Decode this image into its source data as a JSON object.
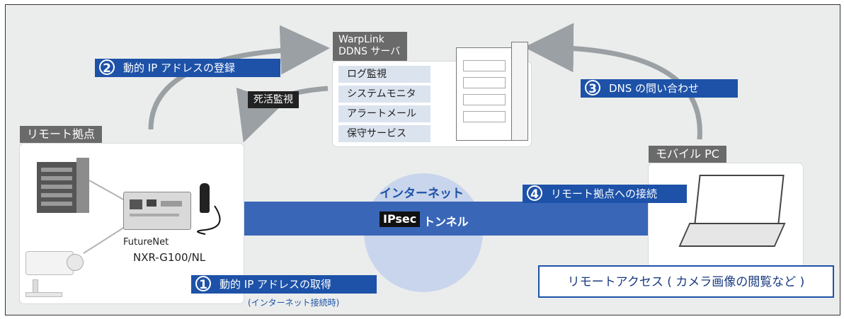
{
  "server": {
    "title_line1": "WarpLink",
    "title_line2": "DDNS サーバ",
    "services": [
      "ログ監視",
      "システムモニタ",
      "アラートメール",
      "保守サービス"
    ]
  },
  "remote_site": {
    "title": "リモート拠点",
    "device_line1": "FutureNet",
    "device_line2": "NXR-G100/NL"
  },
  "mobile_pc": {
    "title": "モバイル PC"
  },
  "internet": {
    "label": "インターネット"
  },
  "tunnel": {
    "ipsec": "IPsec",
    "label": "トンネル"
  },
  "steps": [
    {
      "num": "2",
      "text": "動的 IP アドレスの登録"
    },
    {
      "num": "3",
      "text": "DNS の問い合わせ"
    },
    {
      "num": "4",
      "text": "リモート拠点への接続"
    },
    {
      "num": "1",
      "text": "動的 IP アドレスの取得",
      "sub": "(インターネット接続時)"
    }
  ],
  "alive_monitor": "死活監視",
  "remote_access": "リモートアクセス ( カメラ画像の閲覧など )"
}
